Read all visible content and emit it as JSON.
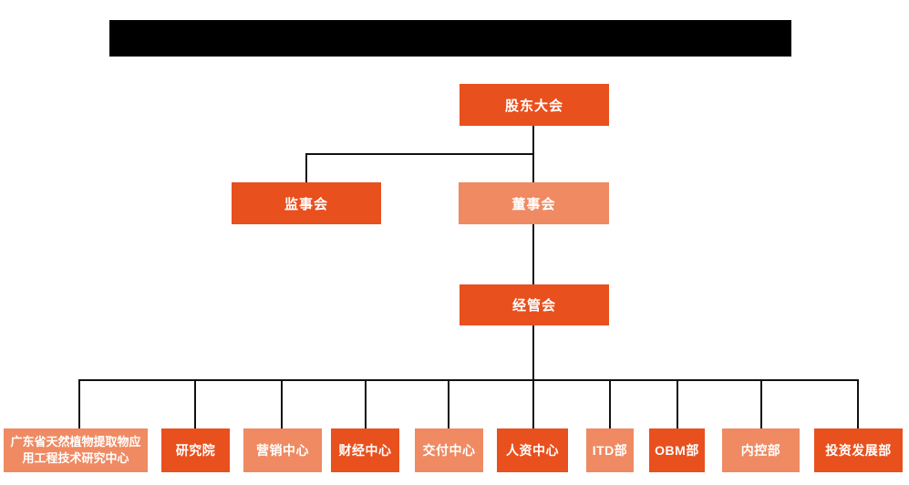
{
  "colors": {
    "primary": "#e8501e",
    "secondary": "#ef8a62",
    "line": "#111111",
    "redaction": "#000000",
    "text_on_node": "#ffffff",
    "background": "#ffffff"
  },
  "org_chart": {
    "title_redacted": true,
    "root": {
      "label": "股东大会",
      "variant": "primary"
    },
    "level2": [
      {
        "label": "监事会",
        "variant": "primary",
        "parent": "股东大会"
      },
      {
        "label": "董事会",
        "variant": "secondary",
        "parent": "股东大会"
      }
    ],
    "level3": {
      "label": "经管会",
      "variant": "primary",
      "parent": "董事会"
    },
    "departments": [
      {
        "label": "广东省天然植物提取物应用工程技术研究中心",
        "variant": "secondary",
        "parent": "经管会"
      },
      {
        "label": "研究院",
        "variant": "primary",
        "parent": "经管会"
      },
      {
        "label": "营销中心",
        "variant": "secondary",
        "parent": "经管会"
      },
      {
        "label": "财经中心",
        "variant": "primary",
        "parent": "经管会"
      },
      {
        "label": "交付中心",
        "variant": "secondary",
        "parent": "经管会"
      },
      {
        "label": "人资中心",
        "variant": "primary",
        "parent": "经管会"
      },
      {
        "label": "ITD部",
        "variant": "secondary",
        "parent": "经管会"
      },
      {
        "label": "OBM部",
        "variant": "primary",
        "parent": "经管会"
      },
      {
        "label": "内控部",
        "variant": "secondary",
        "parent": "经管会"
      },
      {
        "label": "投资发展部",
        "variant": "primary",
        "parent": "经管会"
      }
    ]
  }
}
